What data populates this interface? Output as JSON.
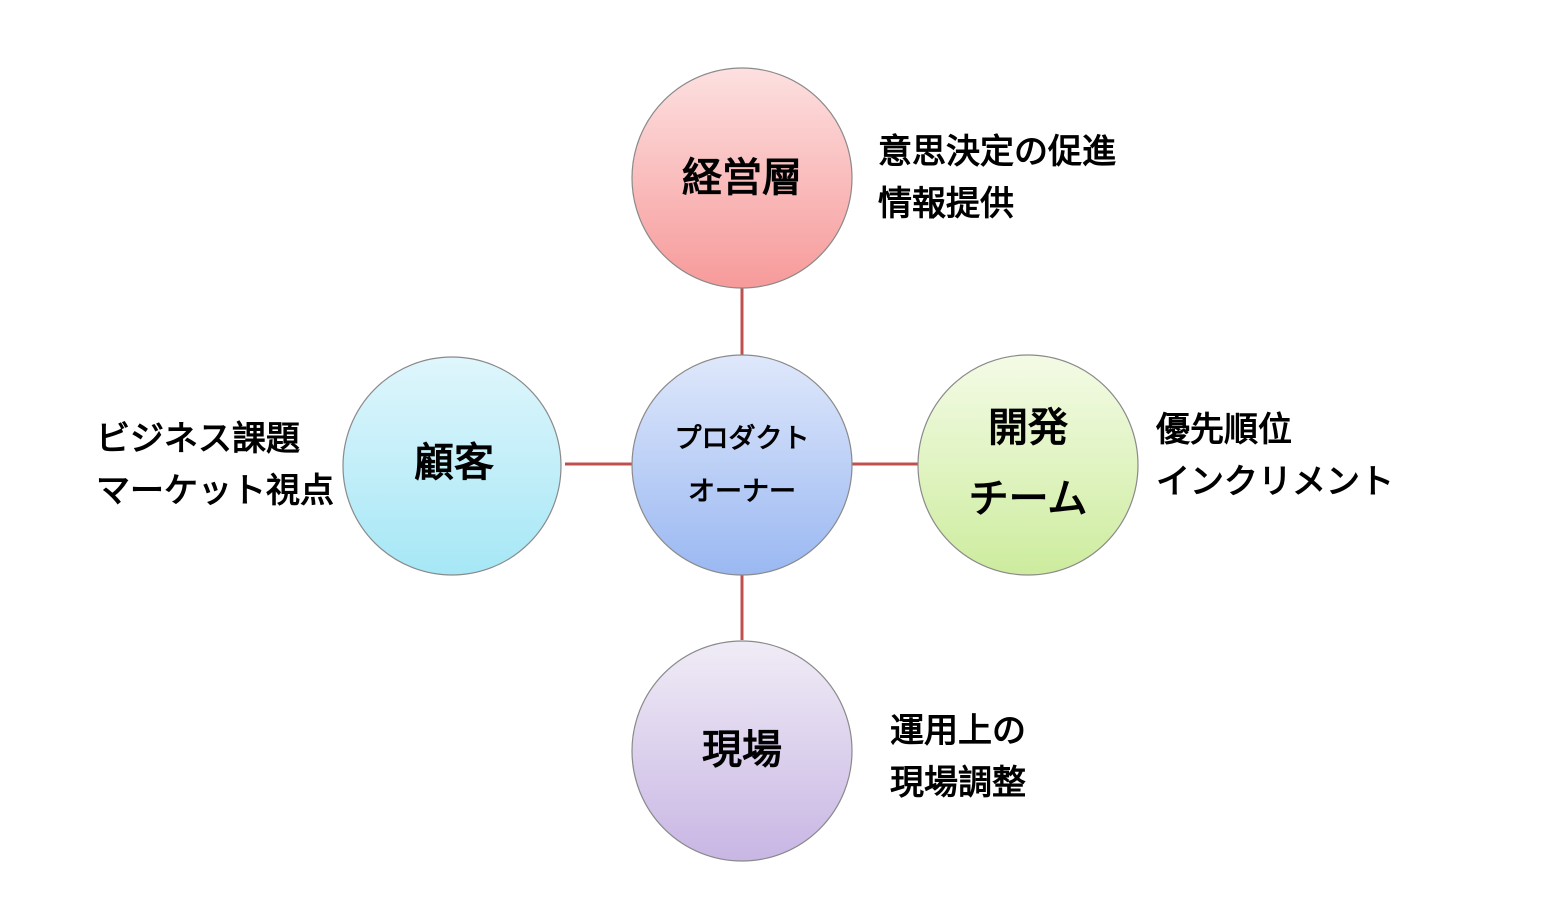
{
  "colors": {
    "connector": "#c0504d",
    "top_fill_light": "#fde0e0",
    "top_fill_dark": "#f79a9a",
    "left_fill_light": "#dff6fc",
    "left_fill_dark": "#a6e7f6",
    "center_fill_light": "#dfe8fb",
    "center_fill_dark": "#9ab8f2",
    "right_fill_light": "#f4fbe6",
    "right_fill_dark": "#cdec9e",
    "bottom_fill_light": "#f0ecf6",
    "bottom_fill_dark": "#c8b6e4"
  },
  "nodes": {
    "center": {
      "line1": "プロダクト",
      "line2": "オーナー"
    },
    "top": {
      "label": "経営層"
    },
    "left": {
      "label": "顧客"
    },
    "right": {
      "line1": "開発",
      "line2": "チーム"
    },
    "bottom": {
      "label": "現場"
    }
  },
  "notes": {
    "top": {
      "line1": "意思決定の促進",
      "line2": "情報提供"
    },
    "left": {
      "line1": "ビジネス課題",
      "line2": "マーケット視点"
    },
    "right": {
      "line1": "優先順位",
      "line2": "インクリメント"
    },
    "bottom": {
      "line1": "運用上の",
      "line2": "現場調整"
    }
  }
}
